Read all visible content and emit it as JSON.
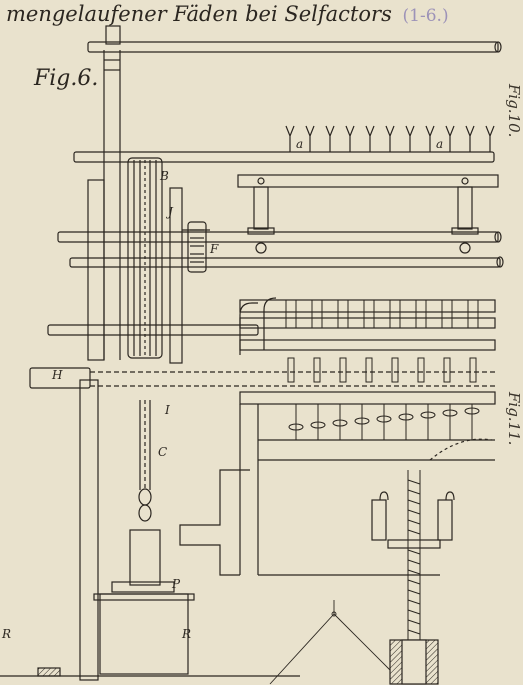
{
  "header": {
    "title": "mengelaufener Fäden bei Selfactors",
    "pencil_note": "(1-6.)"
  },
  "figure": {
    "label": "Fig.6.",
    "side_label_top": "Fig.10.",
    "side_label_bottom": "Fig.11."
  },
  "part_labels": {
    "B": "B",
    "J": "J",
    "F": "F",
    "H": "H",
    "I": "I",
    "C": "C",
    "P": "P",
    "R_left": "R",
    "R_right": "R",
    "a_left": "a",
    "a_right": "a"
  },
  "colors": {
    "paper": "#e9e2cd",
    "ink": "#2b2620",
    "pencil": "#9d93b8"
  }
}
